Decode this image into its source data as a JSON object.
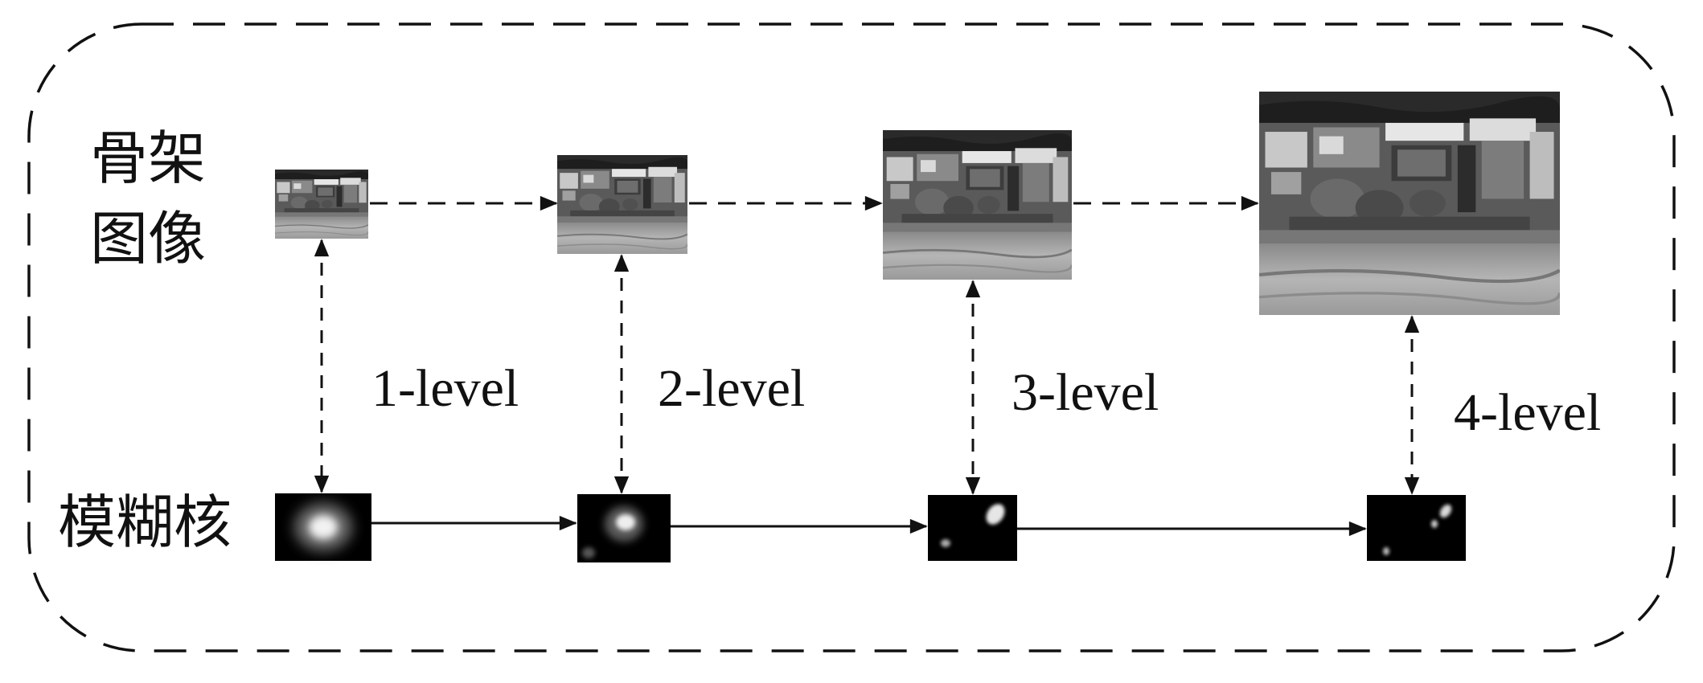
{
  "row_labels": {
    "skeleton_line1": "骨架",
    "skeleton_line2": "图像",
    "kernel": "模糊核"
  },
  "levels": [
    {
      "label": "1-level"
    },
    {
      "label": "2-level"
    },
    {
      "label": "3-level"
    },
    {
      "label": "4-level"
    }
  ],
  "colors": {
    "line": "#111111",
    "background": "#ffffff",
    "kernel_bg": "#000000",
    "kernel_blob": "#ffffff"
  },
  "icons": {
    "skeleton_image": "aerial-grayscale-thumbnail",
    "kernel_image": "blur-kernel-thumbnail"
  }
}
